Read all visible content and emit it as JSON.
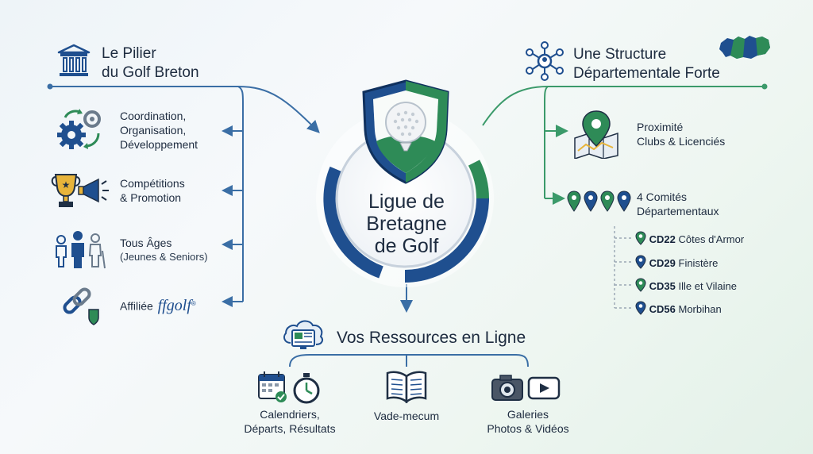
{
  "pillar": {
    "title_line1": "Le Pilier",
    "title_line2": "du Golf Breton",
    "items": [
      {
        "line1": "Coordination,",
        "line2": "Organisation,",
        "line3": "Développement"
      },
      {
        "line1": "Compétitions",
        "line2": "& Promotion"
      },
      {
        "line1": "Tous Âges",
        "line2": "(Jeunes & Seniors)"
      },
      {
        "line1": "Affiliée",
        "brand": "ffgolf"
      }
    ]
  },
  "center": {
    "line1": "Ligue de",
    "line2": "Bretagne",
    "line3": "de Golf"
  },
  "structure": {
    "title_line1": "Une Structure",
    "title_line2": "Départementale Forte",
    "proximity_line1": "Proximité",
    "proximity_line2": "Clubs & Licenciés",
    "committees_line1": "4 Comités",
    "committees_line2": "Départementaux",
    "departments": [
      {
        "code": "CD22",
        "name": "Côtes d'Armor",
        "color": "#2e8b57"
      },
      {
        "code": "CD29",
        "name": "Finistère",
        "color": "#1f4f8f"
      },
      {
        "code": "CD35",
        "name": "Ille et Vilaine",
        "color": "#2e8b57"
      },
      {
        "code": "CD56",
        "name": "Morbihan",
        "color": "#1f4f8f"
      }
    ]
  },
  "resources": {
    "title": "Vos Ressources en Ligne",
    "items": [
      {
        "line1": "Calendriers,",
        "line2": "Départs, Résultats"
      },
      {
        "line1": "Vade-mecum"
      },
      {
        "line1": "Galeries",
        "line2": "Photos & Vidéos"
      }
    ]
  },
  "colors": {
    "navy": "#1f4f8f",
    "green": "#2e8b57",
    "dark_text": "#1d2b3f",
    "line_blue": "#3a6ea5",
    "line_green": "#3b9a6a"
  }
}
